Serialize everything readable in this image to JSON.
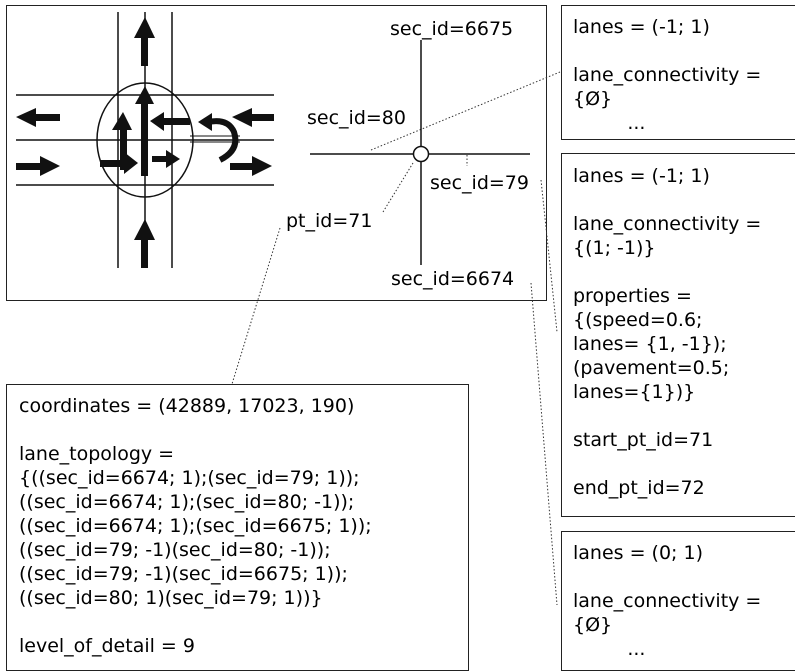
{
  "sections": {
    "sec_6675": "sec_id=6675",
    "sec_80": "sec_id=80",
    "sec_79": "sec_id=79",
    "sec_6674": "sec_id=6674"
  },
  "point": {
    "label": "pt_id=71"
  },
  "box_sec80": {
    "lines": [
      "lanes = (-1; 1)",
      "",
      "lane_connectivity =",
      "{Ø}",
      "         ..."
    ]
  },
  "box_sec79": {
    "lines": [
      "lanes = (-1; 1)",
      "",
      "lane_connectivity =",
      "{(1; -1)}",
      "",
      "properties =",
      "{(speed=0.6;",
      "lanes= {1, -1});",
      "(pavement=0.5;",
      "lanes={1})}",
      "",
      "start_pt_id=71",
      "",
      "end_pt_id=72"
    ]
  },
  "box_sec6674": {
    "lines": [
      "lanes = (0; 1)",
      "",
      "lane_connectivity =",
      "{Ø}",
      "         ..."
    ]
  },
  "box_pt71": {
    "lines": [
      "coordinates = (42889, 17023, 190)",
      "",
      "lane_topology =",
      "{((sec_id=6674; 1);(sec_id=79; 1));",
      "((sec_id=6674; 1);(sec_id=80; -1));",
      "((sec_id=6674; 1);(sec_id=6675; 1));",
      "((sec_id=79; -1)(sec_id=80; -1));",
      "((sec_id=79; -1)(sec_id=6675; 1));",
      "((sec_id=80; 1)(sec_id=79; 1))}",
      "",
      "level_of_detail = 9"
    ]
  }
}
